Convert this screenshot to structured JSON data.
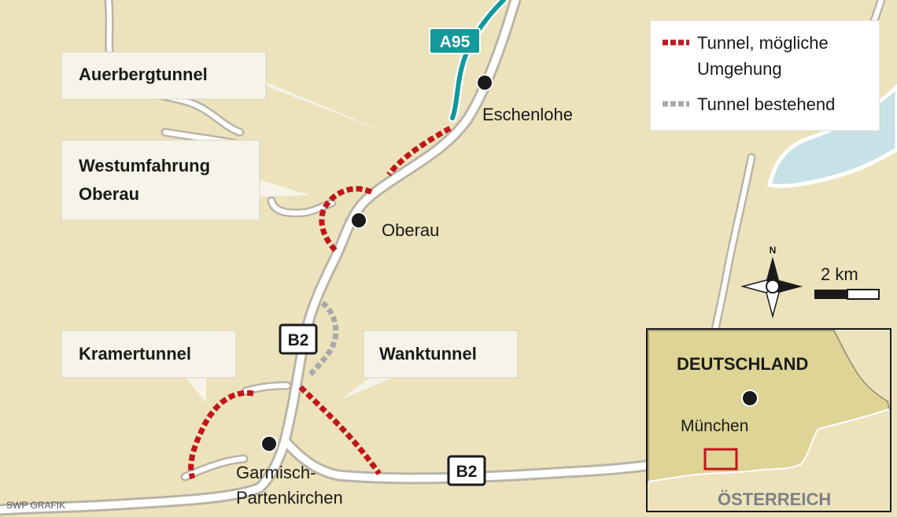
{
  "callouts": {
    "auerberg": "Auerbergtunnel",
    "westumfahrung_line1": "Westumfahrung",
    "westumfahrung_line2": "Oberau",
    "kramer": "Kramertunnel",
    "wank": "Wanktunnel"
  },
  "towns": {
    "eschenlohe": "Eschenlohe",
    "oberau": "Oberau",
    "garmisch_line1": "Garmisch-",
    "garmisch_line2": "Partenkirchen"
  },
  "roads": {
    "a95": "A95",
    "b2_north": "B2",
    "b2_south": "B2"
  },
  "legend": {
    "planned_line1": "Tunnel, mögliche",
    "planned_line2": "Umgehung",
    "existing": "Tunnel bestehend"
  },
  "compass": {
    "north": "N"
  },
  "scale": {
    "label": "2 km"
  },
  "inset": {
    "country": "DEUTSCHLAND",
    "city": "München",
    "neighbor": "ÖSTERREICH"
  },
  "credit": "SWP GRAFIK",
  "colors": {
    "land": "#ece2bc",
    "water": "#c6e2e6",
    "road": "#ffffff",
    "road_casing": "#b9b4a6",
    "motorway": "#12999a",
    "planned_tunnel": "#c0161b",
    "existing_tunnel": "#a9a9a9",
    "callout_box": "#f6f3e8",
    "inset_land": "#ddd495"
  }
}
